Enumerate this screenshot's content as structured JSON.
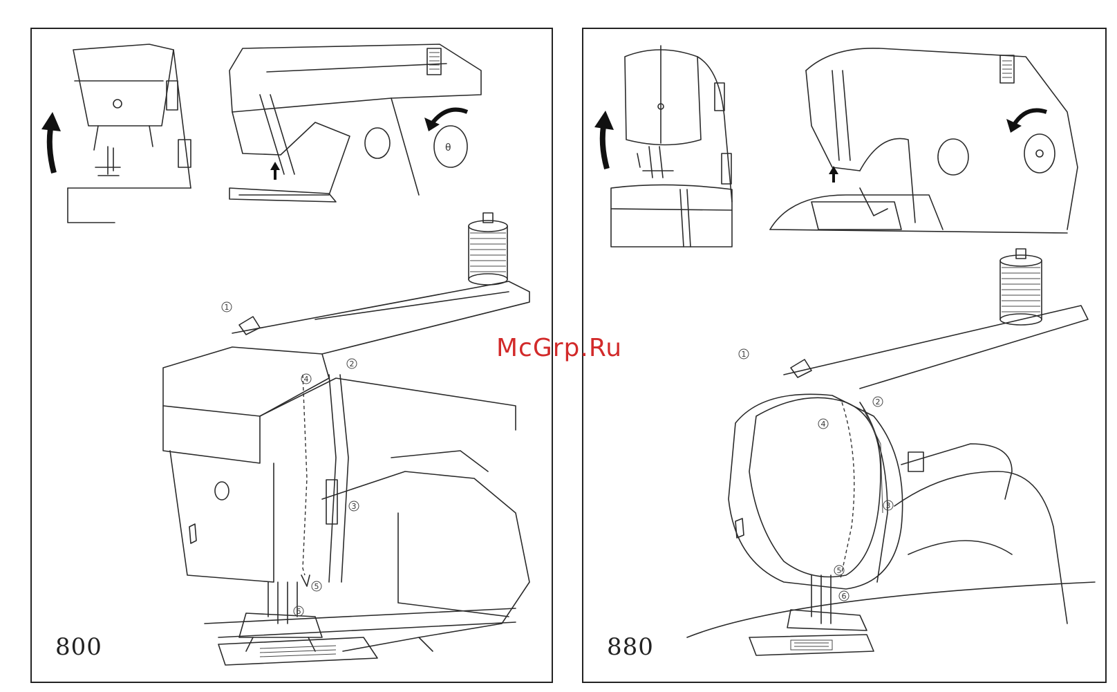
{
  "panels": [
    {
      "model": "800",
      "callouts": [
        "1",
        "2",
        "3",
        "4",
        "5",
        "6"
      ]
    },
    {
      "model": "880",
      "callouts": [
        "1",
        "2",
        "3",
        "4",
        "5",
        "6"
      ]
    }
  ],
  "watermark": "McGrp.Ru",
  "icons": [
    "arrow-up-icon",
    "rotate-arrow-icon",
    "spool-icon",
    "needle-icon"
  ]
}
